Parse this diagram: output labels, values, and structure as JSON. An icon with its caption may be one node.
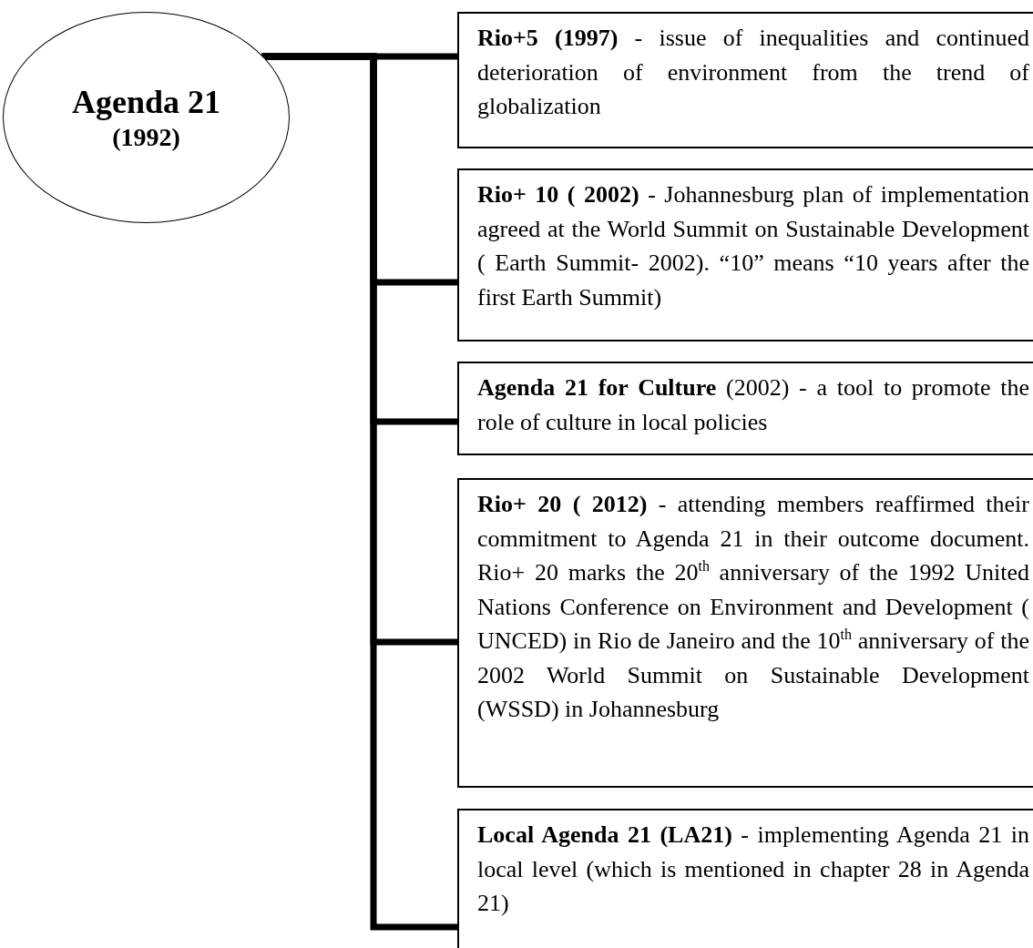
{
  "diagram": {
    "nodes": [
      {
        "text": [
          "Agenda 21",
          "(1992)"
        ]
      },
      {
        "text": [
          "**Rio+5 (1997)** - issue of inequalities and continued deterioration of environment from the trend of globalization"
        ]
      },
      {
        "text": [
          "**Rio+ 10 ( 2002)** - Johannesburg plan of implementation agreed at the World Summit on Sustainable Development ( Earth Summit- 2002). “10” means “10 years after the first Earth Summit)"
        ]
      },
      {
        "text": [
          "**Agenda 21 for Culture** (2002) - a tool to promote the role of culture in local policies"
        ]
      },
      {
        "text": [
          "**Rio+ 20 ( 2012)** - attending members reaffirmed their commitment to Agenda 21 in their outcome document. Rio+ 20 marks the 20$^{th}$ anniversary of the 1992 United Nations Conference on Environment and Development ( UNCED) in Rio de Janeiro and the 10$^{th}$ anniversary of the 2002 World Summit on Sustainable Development (WSSD) in Johannesburg"
        ]
      },
      {
        "text": [
          "**Local Agenda 21 (LA21)** - implementing Agenda 21 in local level (which is mentioned in chapter 28 in Agenda 21)"
        ]
      }
    ],
    "edges": [
      {
        "from": 0,
        "to": 1,
        "arrow": "none"
      },
      {
        "from": 0,
        "to": 2,
        "arrow": "none"
      },
      {
        "from": 0,
        "to": 3,
        "arrow": "none"
      },
      {
        "from": 0,
        "to": 4,
        "arrow": "none"
      },
      {
        "from": 0,
        "to": 5,
        "arrow": "none"
      }
    ]
  }
}
